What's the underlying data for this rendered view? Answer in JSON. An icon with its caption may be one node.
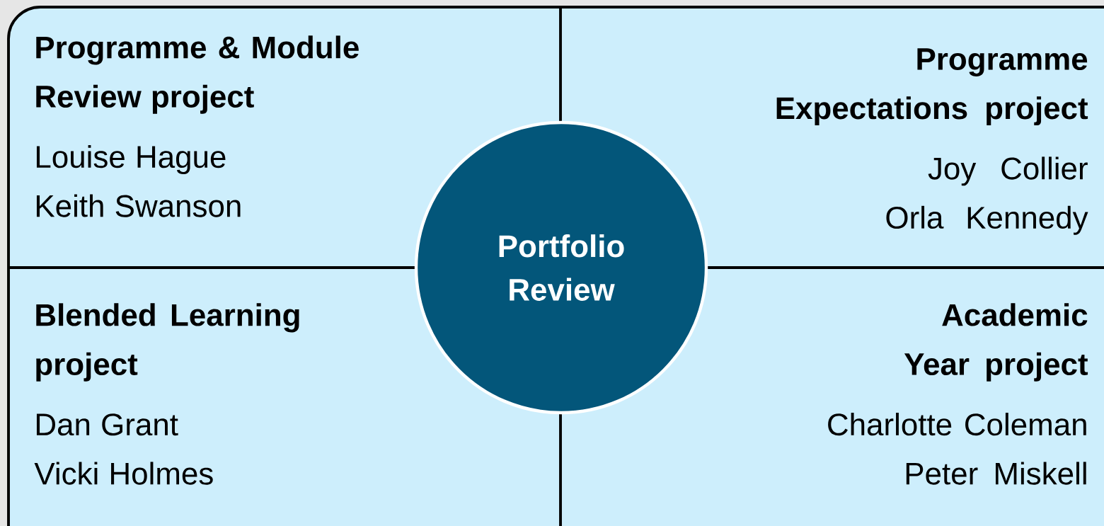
{
  "diagram": {
    "nodes": [
      {
        "text": [
          "Programme & Module Review project",
          "Louise Hague",
          "Keith Swanson"
        ]
      },
      {
        "text": [
          "Programme Expectations project",
          "Joy Collier",
          "Orla Kennedy"
        ]
      },
      {
        "text": [
          "Blended Learning project",
          "Dan Grant",
          "Vicki Holmes"
        ]
      },
      {
        "text": [
          "Academic Year project",
          "Charlotte Coleman",
          "Peter Miskell"
        ]
      },
      {
        "text": [
          "Portfolio Review"
        ]
      }
    ]
  }
}
